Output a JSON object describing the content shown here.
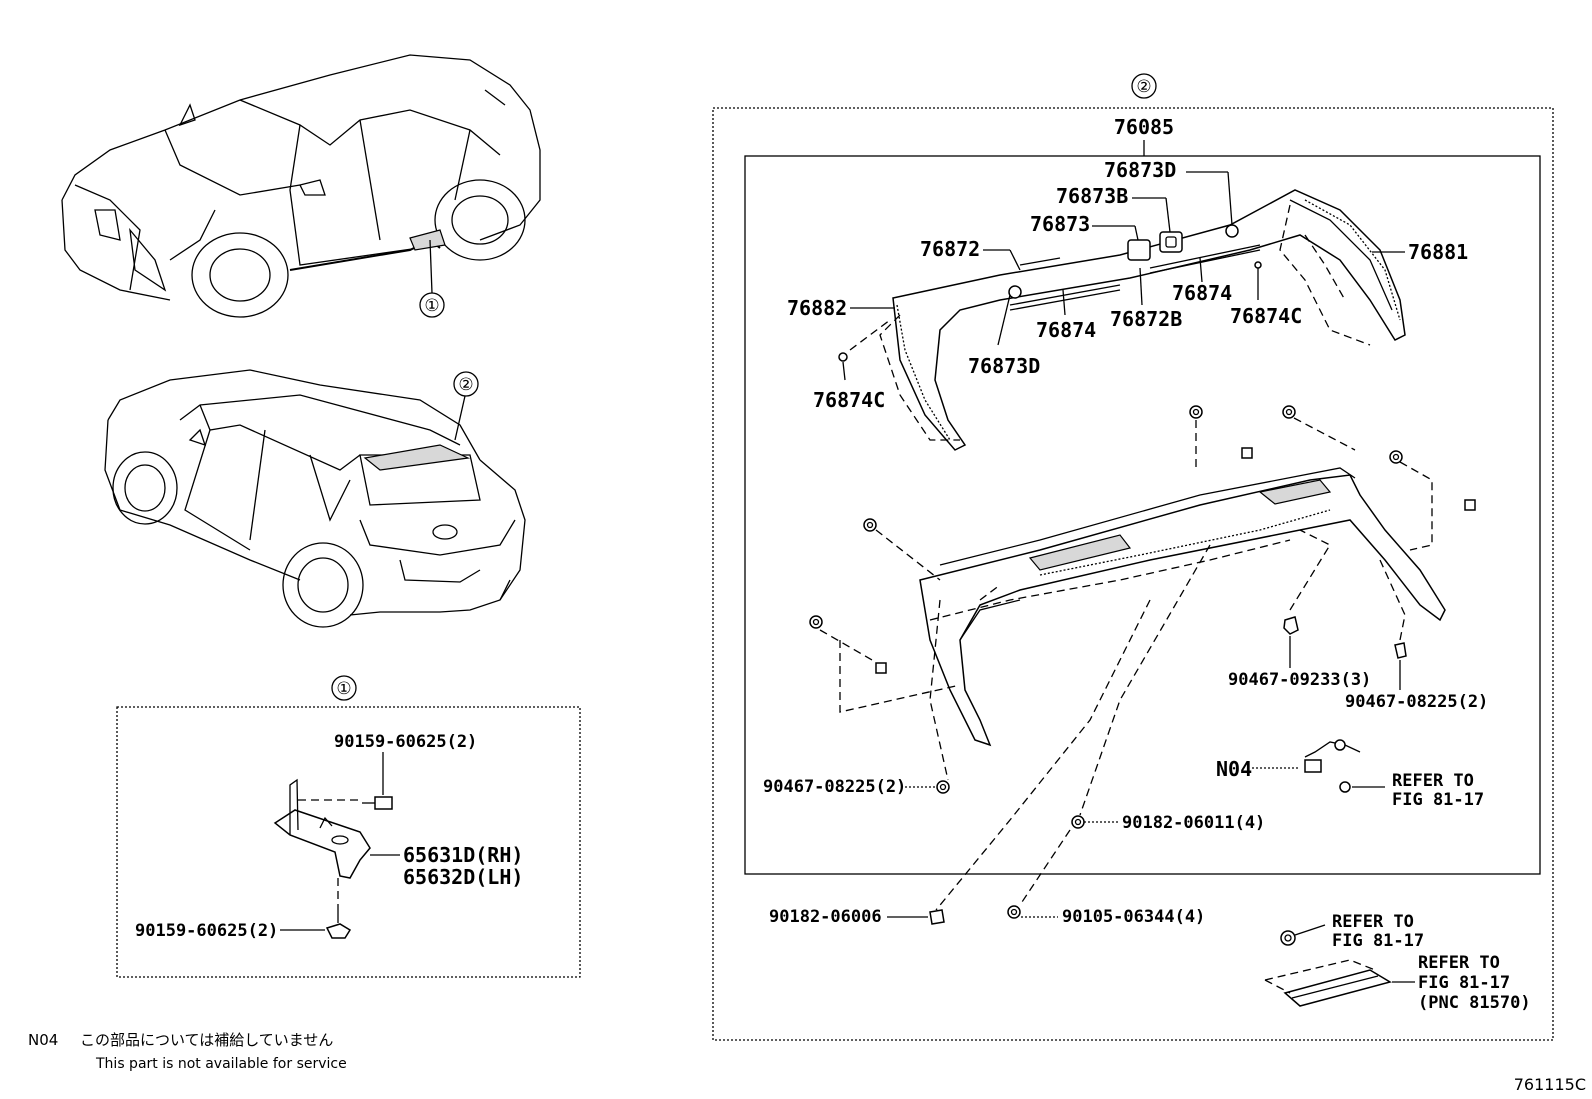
{
  "views": {
    "front_callout": "①",
    "rear_callout": "②"
  },
  "panel1": {
    "title": "①",
    "labels": {
      "bolt_upper": "90159-60625(2)",
      "bracket_rh": "65631D(RH)",
      "bracket_lh": "65632D(LH)",
      "bolt_lower": "90159-60625(2)"
    }
  },
  "panel2": {
    "title": "②",
    "assembly": "76085",
    "labels": {
      "p76873D_top": "76873D",
      "p76873B": "76873B",
      "p76873": "76873",
      "p76872": "76872",
      "p76881": "76881",
      "p76882": "76882",
      "p76874_right": "76874",
      "p76874C_right": "76874C",
      "p76874_left": "76874",
      "p76872B": "76872B",
      "p76873D_low": "76873D",
      "p76874C_left": "76874C",
      "nut_09233": "90467-09233(3)",
      "nut_08225_right": "90467-08225(2)",
      "nut_08225_left": "90467-08225(2)",
      "n04": "N04",
      "refer_1a": "REFER TO",
      "refer_1b": "FIG 81-17",
      "screw_06011": "90182-06011(4)",
      "screw_06006": "90182-06006",
      "screw_06344": "90105-06344(4)",
      "refer_2a": "REFER TO",
      "refer_2b": "FIG 81-17",
      "refer_3a": "REFER TO",
      "refer_3b": "FIG 81-17",
      "refer_3c": "(PNC 81570)"
    }
  },
  "footnote": {
    "code": "N04",
    "jp": "この部品については補給していません",
    "en": "This part is not available for service"
  },
  "figure_code": "761115C"
}
